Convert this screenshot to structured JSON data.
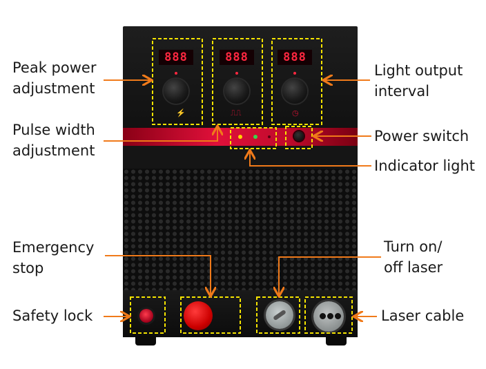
{
  "labels": {
    "peak_power_l1": "Peak power",
    "peak_power_l2": "adjustment",
    "pulse_width_l1": "Pulse width",
    "pulse_width_l2": "adjustment",
    "emergency_l1": "Emergency",
    "emergency_l2": "stop",
    "safety_lock": "Safety lock",
    "light_interval_l1": "Light output",
    "light_interval_l2": "interval",
    "power_switch": "Power switch",
    "indicator_light": "Indicator light",
    "turn_on_l1": "Turn on/",
    "turn_on_l2": "off laser",
    "laser_cable": "Laser cable"
  },
  "displays": [
    "888",
    "888",
    "888"
  ],
  "colors": {
    "callout_box": "#f5e400",
    "arrow": "#f07a1a",
    "accent_red": "#e0103a"
  }
}
